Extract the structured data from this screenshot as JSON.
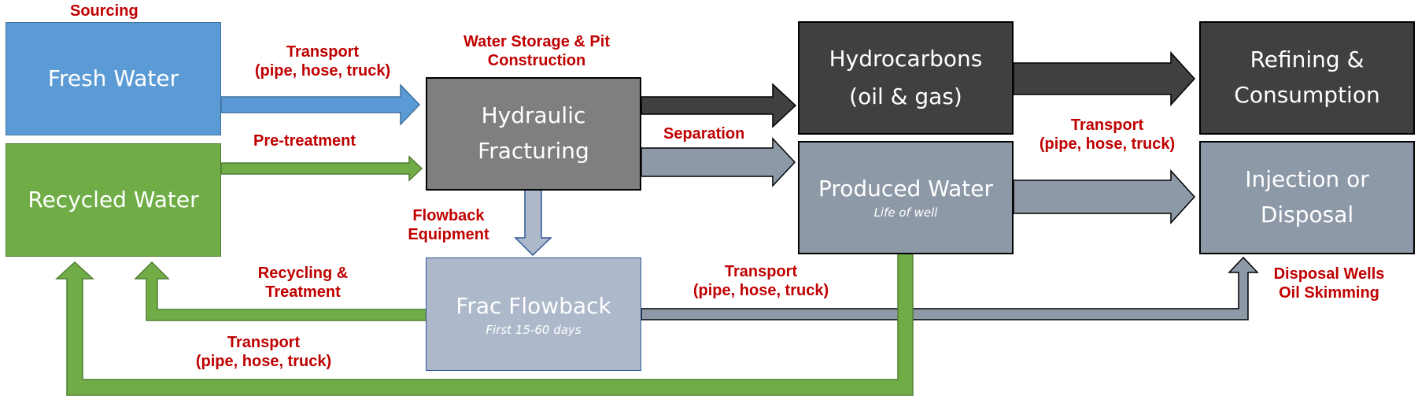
{
  "colors": {
    "fresh": "#5b9bd5",
    "recycled": "#70ad47",
    "frac_gray": "#7f7f7f",
    "dark": "#404040",
    "slate": "#8e99a8",
    "flowback": "#adb9ca",
    "label_red": "#c00000"
  },
  "nodes": {
    "fresh_water": {
      "title": "Fresh Water"
    },
    "recycled_water": {
      "title": "Recycled Water"
    },
    "hydraulic_fracturing": {
      "title": "Hydraulic Fracturing"
    },
    "frac_flowback": {
      "title": "Frac Flowback",
      "subtitle": "First 15-60 days"
    },
    "hydrocarbons": {
      "title_line1": "Hydrocarbons",
      "title_line2": "(oil & gas)"
    },
    "produced_water": {
      "title": "Produced Water",
      "subtitle": "Life of well"
    },
    "refining": {
      "title": "Refining & Consumption"
    },
    "injection": {
      "title": "Injection or Disposal"
    }
  },
  "labels": {
    "sourcing": "Sourcing",
    "transport_fresh": [
      "Transport",
      "(pipe, hose, truck)"
    ],
    "pre_treatment": "Pre-treatment",
    "water_storage": [
      "Water Storage & Pit",
      "Construction"
    ],
    "separation": "Separation",
    "flowback_equipment": [
      "Flowback",
      "Equipment"
    ],
    "recycling_treatment": [
      "Recycling &",
      "Treatment"
    ],
    "transport_recycled": [
      "Transport",
      "(pipe, hose, truck)"
    ],
    "transport_flowback": [
      "Transport",
      "(pipe, hose, truck)"
    ],
    "transport_produced": [
      "Transport",
      "(pipe, hose, truck)"
    ],
    "disposal": [
      "Disposal Wells",
      "Oil Skimming"
    ]
  }
}
